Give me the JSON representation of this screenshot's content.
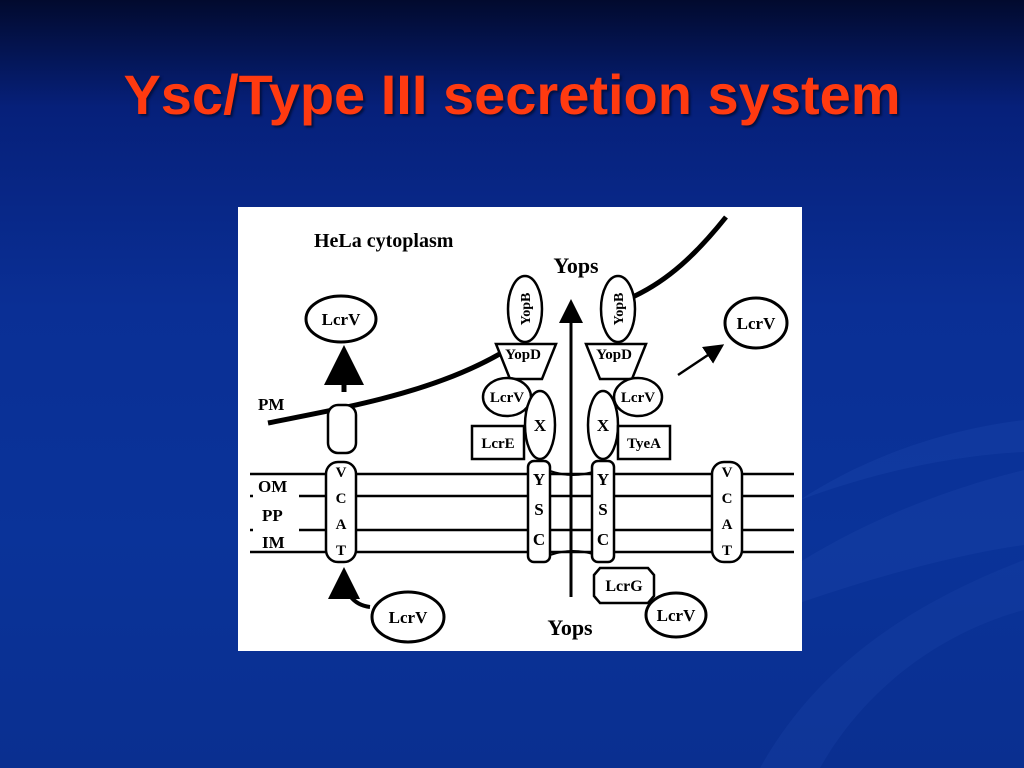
{
  "slide": {
    "title": "Ysc/Type III secretion system"
  },
  "diagram": {
    "hela_cytoplasm": "HeLa cytoplasm",
    "yops_top": "Yops",
    "yops_bottom": "Yops",
    "membranes": {
      "pm": "PM",
      "om": "OM",
      "pp": "PP",
      "im": "IM"
    },
    "lcrv": "LcrV",
    "yopb": "YopB",
    "yopd": "YopD",
    "x": "X",
    "lcre": "LcrE",
    "tyea": "TyeA",
    "lcrg": "LcrG",
    "ysc": [
      "Y",
      "S",
      "C"
    ],
    "vcat": [
      "V",
      "C",
      "A",
      "T"
    ]
  },
  "colors": {
    "title": "#ff3a10",
    "background": "#0a2f95",
    "panel": "#ffffff"
  }
}
